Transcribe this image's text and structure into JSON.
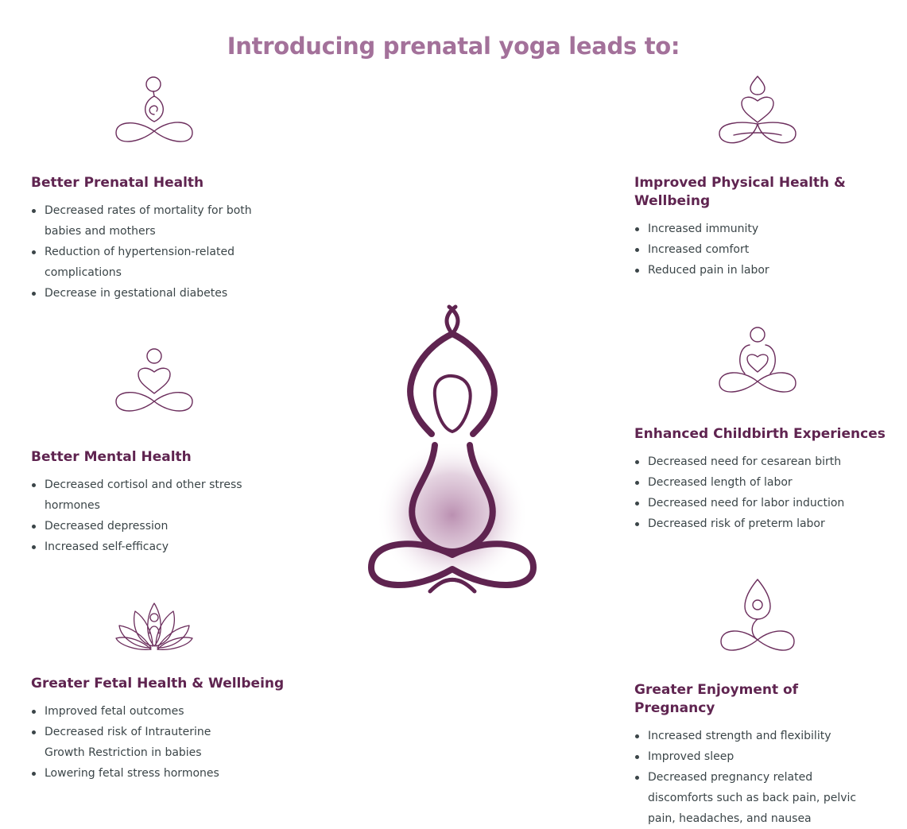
{
  "title": "Introducing prenatal yoga leads to:",
  "colors": {
    "title": "#a3719a",
    "heading": "#5f2450",
    "icon_stroke": "#6b2d5c",
    "figure": "#5f2450",
    "body_text": "#3b4548"
  },
  "sections": {
    "prenatal": {
      "icon": "spiral-meditation-icon",
      "heading": "Better Prenatal Health",
      "items": [
        "Decreased rates of mortality for both babies and mothers",
        "Reduction of hypertension-related complications",
        "Decrease in gestational diabetes"
      ]
    },
    "mental": {
      "icon": "heart-meditation-icon",
      "heading": "Better Mental Health",
      "items": [
        "Decreased cortisol and other stress hormones",
        "Decreased depression",
        "Increased self-efficacy"
      ]
    },
    "fetal": {
      "icon": "lotus-icon",
      "heading": "Greater Fetal Health & Wellbeing",
      "items": [
        "Improved fetal outcomes",
        "Decreased risk of Intrauterine Growth Restriction in babies",
        "Lowering fetal stress hormones"
      ]
    },
    "physical": {
      "icon": "flame-heart-meditation-icon",
      "heading": "Improved Physical Health & Wellbeing",
      "items": [
        "Increased immunity",
        "Increased comfort",
        "Reduced pain in labor"
      ]
    },
    "childbirth": {
      "icon": "heart-belly-meditation-icon",
      "heading": "Enhanced Childbirth Experiences",
      "items": [
        "Decreased need for cesarean birth",
        "Decreased length of labor",
        "Decreased need for labor induction",
        "Decreased risk of preterm labor"
      ]
    },
    "enjoyment": {
      "icon": "flame-meditation-icon",
      "heading": "Greater Enjoyment of Pregnancy",
      "items": [
        "Increased strength and flexibility",
        "Improved sleep",
        "Decreased pregnancy related discomforts such as back pain, pelvic pain, headaches, and nausea"
      ]
    }
  },
  "center_figure": {
    "icon": "pregnant-yoga-figure-icon"
  }
}
